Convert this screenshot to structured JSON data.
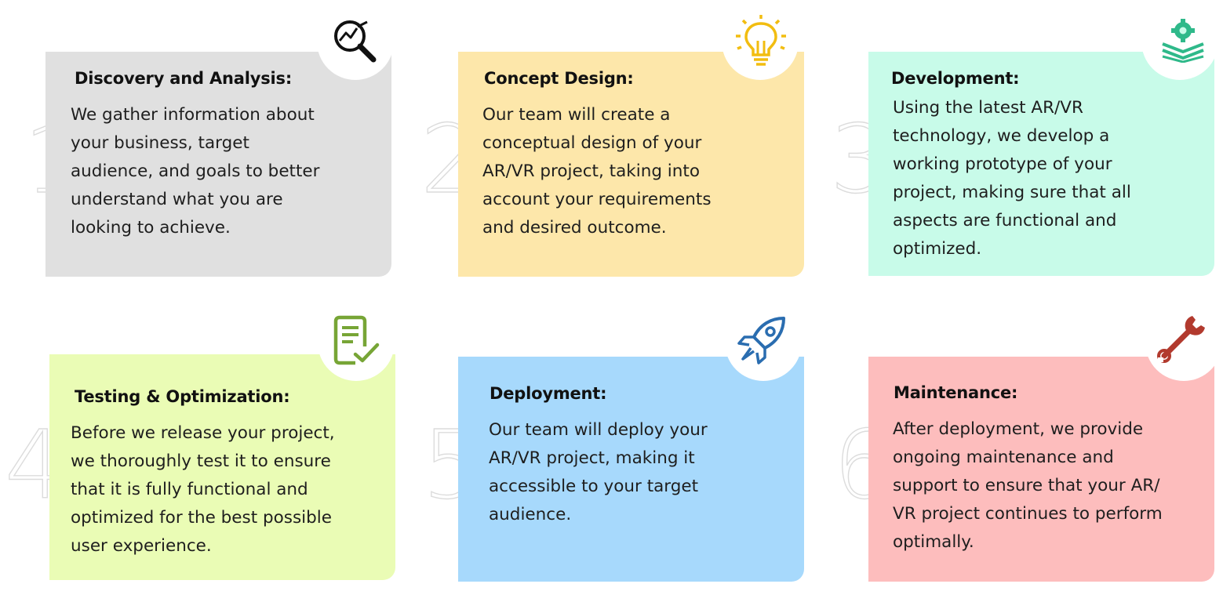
{
  "steps": [
    {
      "number": "1",
      "title": "Discovery and Analysis:",
      "lines": [
        "We gather information about",
        "your business, target",
        "audience, and goals to better",
        "understand what you are",
        "looking to achieve."
      ],
      "color": "#e0e0e0",
      "icon": "magnifier-chart-icon",
      "icon_color": "#111111"
    },
    {
      "number": "2",
      "title": "Concept Design:",
      "lines": [
        "Our team will create a",
        "conceptual design of your",
        "AR/VR project, taking into",
        "account your requirements",
        "and desired outcome."
      ],
      "color": "#fde7aa",
      "icon": "lightbulb-icon",
      "icon_color": "#f2bd10"
    },
    {
      "number": "3",
      "title": "Development:",
      "lines": [
        "Using the latest AR/VR",
        "technology, we develop a",
        "working prototype of your",
        "project, making sure that all",
        "aspects are functional and",
        "optimized."
      ],
      "color": "#c8fbe9",
      "icon": "gear-layers-icon",
      "icon_color": "#2fb98a"
    },
    {
      "number": "4",
      "title": "Testing & Optimization:",
      "lines": [
        "Before we release your project,",
        "we thoroughly test it to ensure",
        "that it is fully functional and",
        "optimized for the best possible",
        "user experience."
      ],
      "color": "#eafcb5",
      "icon": "checklist-icon",
      "icon_color": "#77a536"
    },
    {
      "number": "5",
      "title": "Deployment:",
      "lines": [
        "Our team will deploy your",
        "AR/VR project, making it",
        "accessible to your target",
        "audience."
      ],
      "color": "#a7d9fc",
      "icon": "rocket-icon",
      "icon_color": "#2a6db0"
    },
    {
      "number": "6",
      "title": "Maintenance:",
      "lines": [
        "After deployment, we provide",
        "ongoing maintenance and",
        "support to ensure that your AR/",
        "VR project continues to perform",
        "optimally."
      ],
      "color": "#fdbdbd",
      "icon": "wrench-icon",
      "icon_color": "#b23a2e"
    }
  ]
}
